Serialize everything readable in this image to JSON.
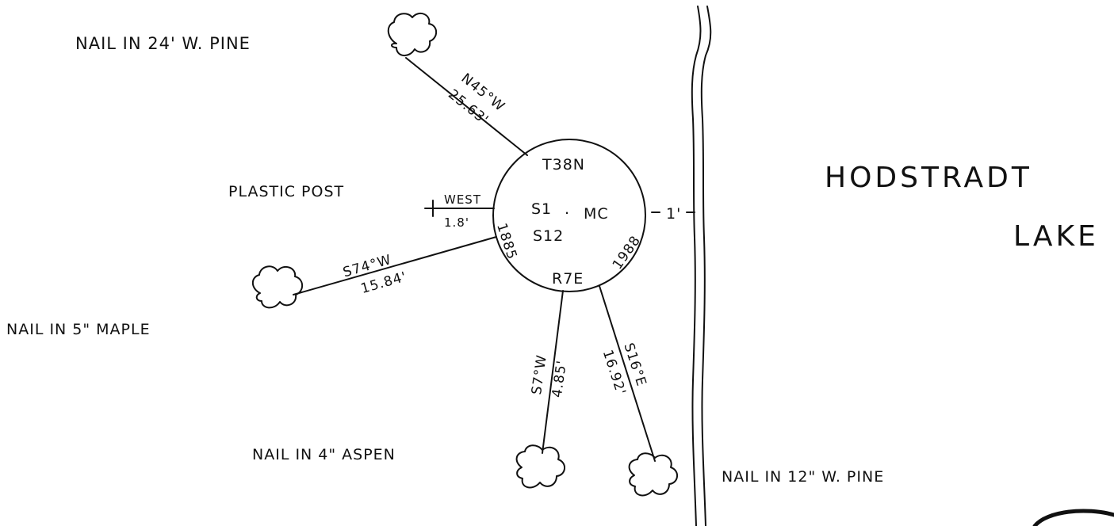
{
  "corner": {
    "township": "T38N",
    "section_left": "S1",
    "meridian": "MC",
    "section_right": "S12",
    "range": "R7E",
    "year_left": "1885",
    "year_right": "1988"
  },
  "bearing_trees": [
    {
      "label": "NAIL IN 24' W. PINE",
      "bearing": "N45°W",
      "distance": "25.63'"
    },
    {
      "label": "NAIL IN 5\" MAPLE",
      "bearing": "S74°W",
      "distance": "15.84'"
    },
    {
      "label": "NAIL IN 4\" ASPEN",
      "bearing": "S7°W",
      "distance": "4.85'"
    },
    {
      "label": "NAIL IN 12\" W. PINE",
      "bearing": "S16°E",
      "distance": "16.92'"
    }
  ],
  "post": {
    "label": "PLASTIC POST",
    "direction": "WEST",
    "distance": "1.8'"
  },
  "shore_offset": "1'",
  "lake": {
    "line1": "HODSTRADT",
    "line2": "LAKE"
  }
}
